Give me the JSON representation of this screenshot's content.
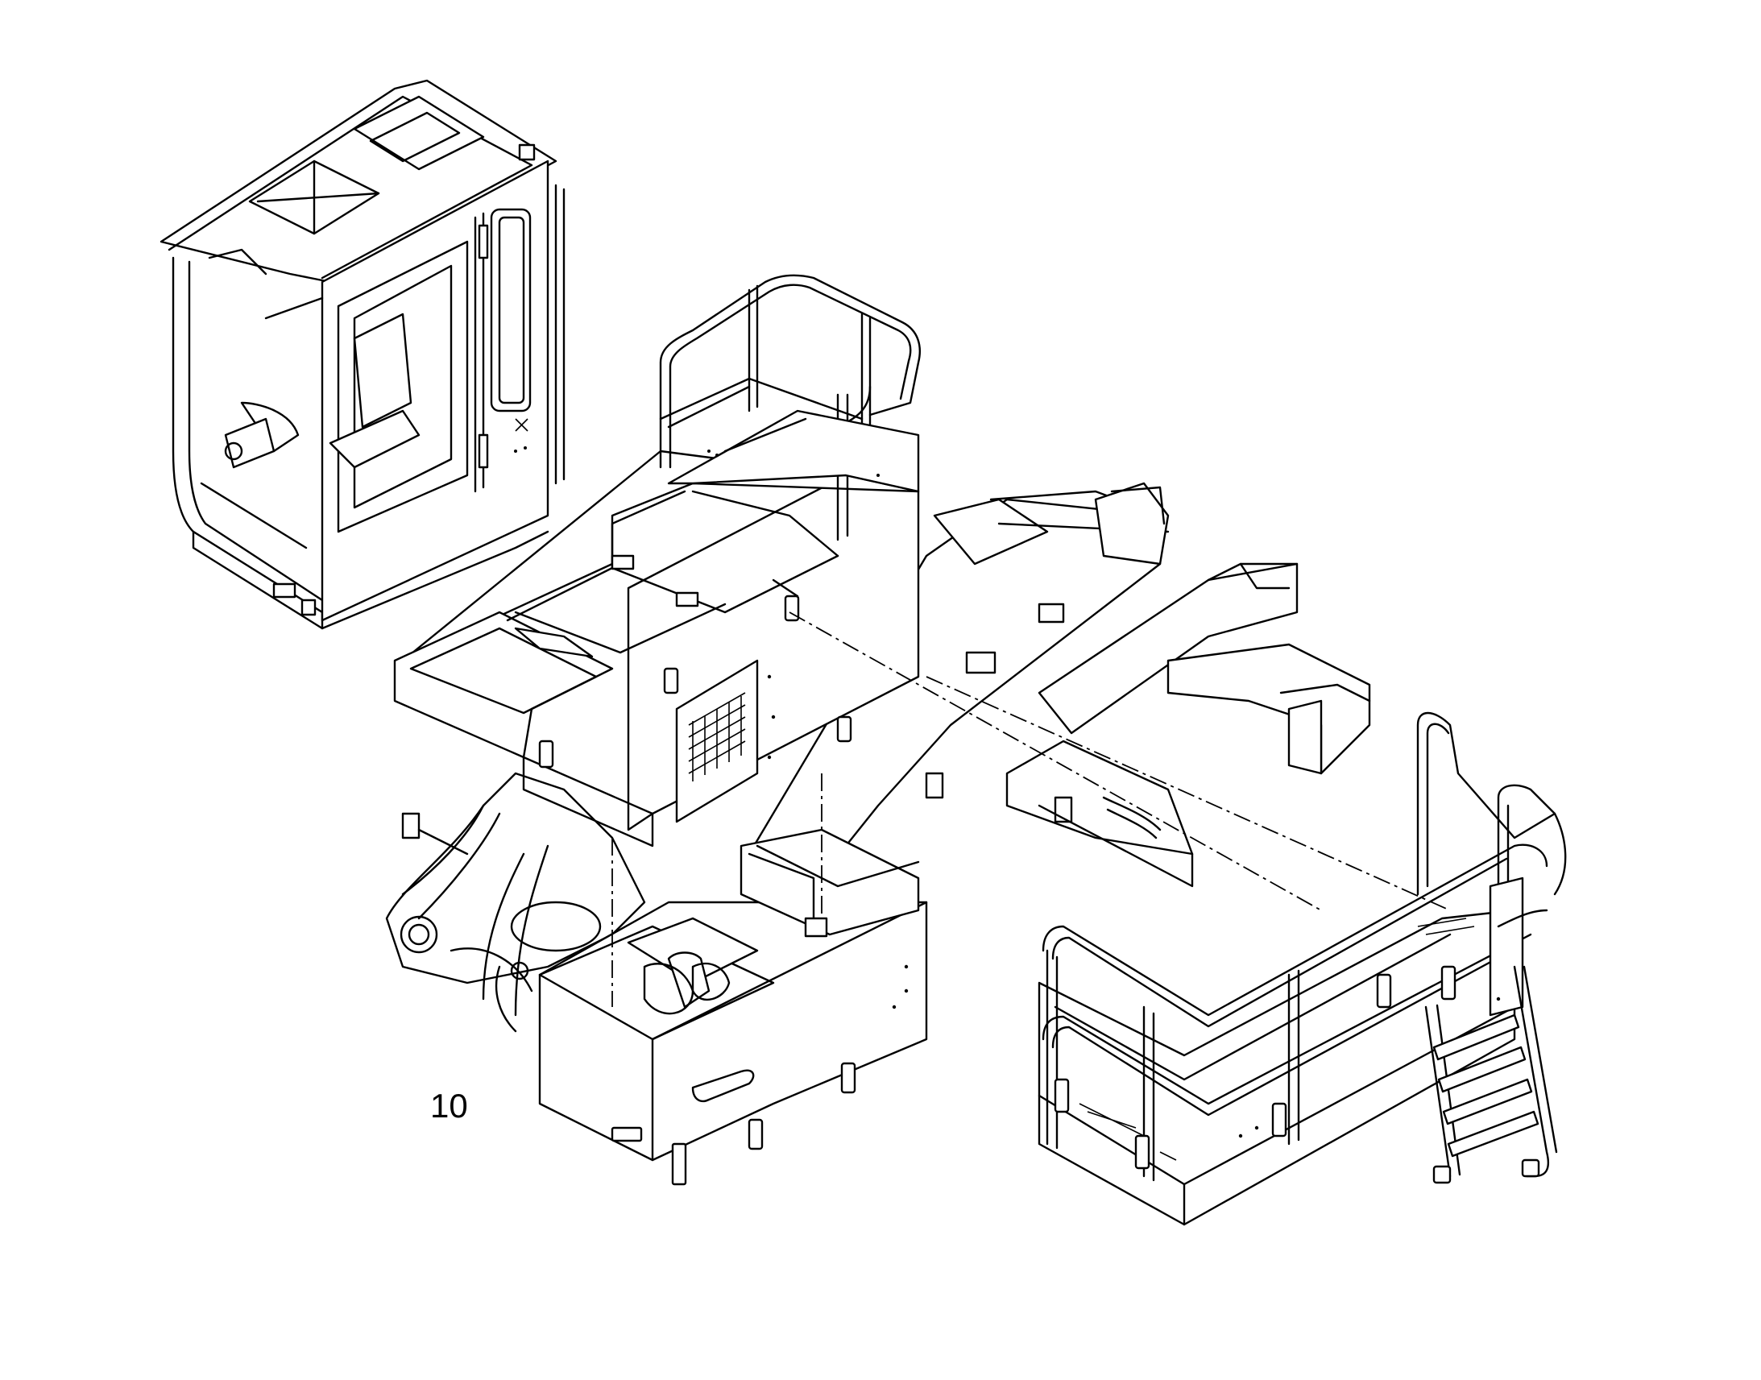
{
  "figure": {
    "callout_label": "10",
    "parts": [
      "cab",
      "upper-frame",
      "engine-deck-guardrail",
      "counterweight-box",
      "walkway-platform",
      "access-ladder"
    ],
    "line_color": "#000000",
    "background_color": "#ffffff"
  }
}
